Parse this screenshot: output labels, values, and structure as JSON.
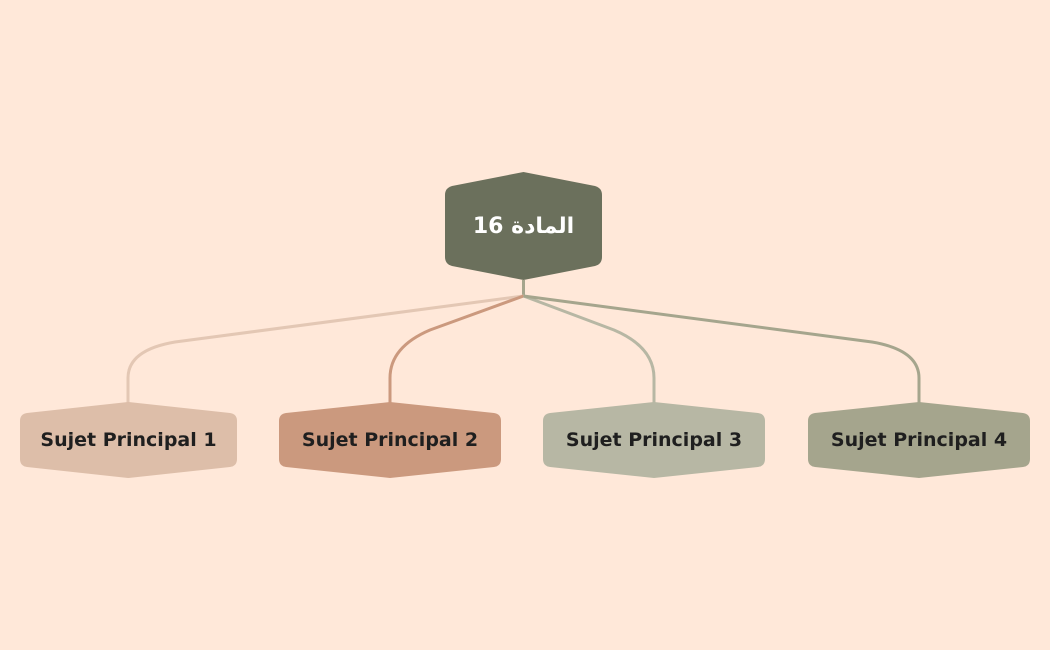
{
  "root": {
    "label": "المادة 16",
    "color": "#6b705c"
  },
  "topics": [
    {
      "label": "Sujet Principal 1",
      "color": "#ddbea9",
      "line_color": "#e3c7b4"
    },
    {
      "label": "Sujet Principal 2",
      "color": "#cb997e",
      "line_color": "#cb997e"
    },
    {
      "label": "Sujet Principal 3",
      "color": "#b7b7a4",
      "line_color": "#b7b7a4"
    },
    {
      "label": "Sujet Principal 4",
      "color": "#a5a58d",
      "line_color": "#a5a58d"
    }
  ]
}
